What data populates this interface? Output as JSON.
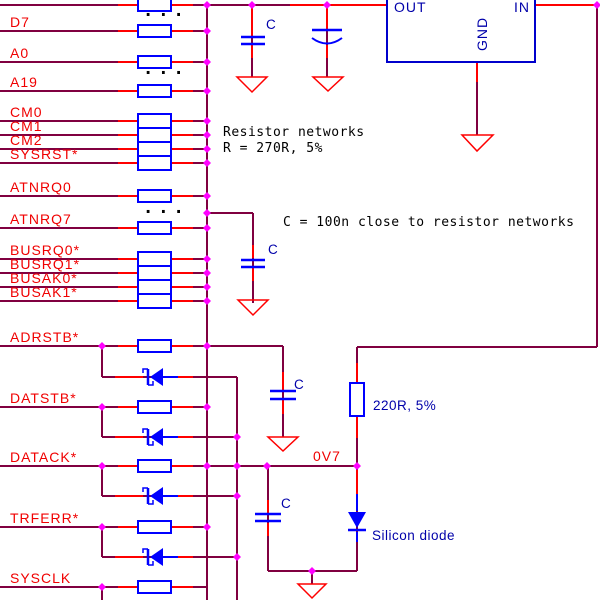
{
  "schematic": {
    "title_hint": "resistor termination network schematic",
    "signals": [
      "D7",
      "A0",
      "A19",
      "CM0",
      "CM1",
      "CM2",
      "SYSRST*",
      "ATNRQ0",
      "ATNRQ7",
      "BUSRQ0*",
      "BUSRQ1*",
      "BUSAK0*",
      "BUSAK1*",
      "ADRSTB*",
      "DATSTB*",
      "DATACK*",
      "TRFERR*",
      "SYSCLK"
    ],
    "net_labels": {
      "v07": "0V7"
    },
    "annotations": {
      "resistor_note_line1": "Resistor networks",
      "resistor_note_line2": "R = 270R, 5%",
      "cap_note": "C = 100n close to resistor networks"
    },
    "components": {
      "cap_label": "C",
      "resistor_220": "220R, 5%",
      "silicon_diode_label": "Silicon diode",
      "regulator_pins": {
        "out": "OUT",
        "in": "IN",
        "gnd": "GND"
      }
    },
    "ellipsis": "...",
    "colors": {
      "wire": "#800040",
      "pin_wire": "#ff0000",
      "component_blue": "#0000ff",
      "regulator_border": "#0000cc",
      "junction_dot": "#ff00ff",
      "net_label_red": "#f00000",
      "component_text_navy": "#0000aa",
      "note_black": "#000000",
      "background": "#ffffff"
    }
  }
}
